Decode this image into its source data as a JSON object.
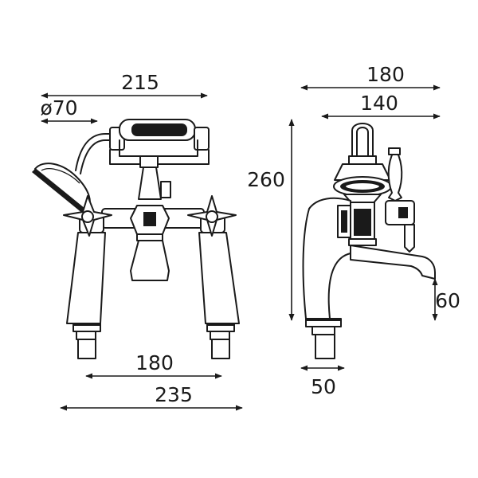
{
  "diagram": {
    "front_view": {
      "overall_width": "215",
      "handset_diameter": "ø70",
      "pillar_centres": "180",
      "base_width": "235"
    },
    "side_view": {
      "overall_depth": "180",
      "handset_depth": "140",
      "overall_height": "260",
      "spout_height": "60",
      "base_diameter": "50"
    }
  }
}
